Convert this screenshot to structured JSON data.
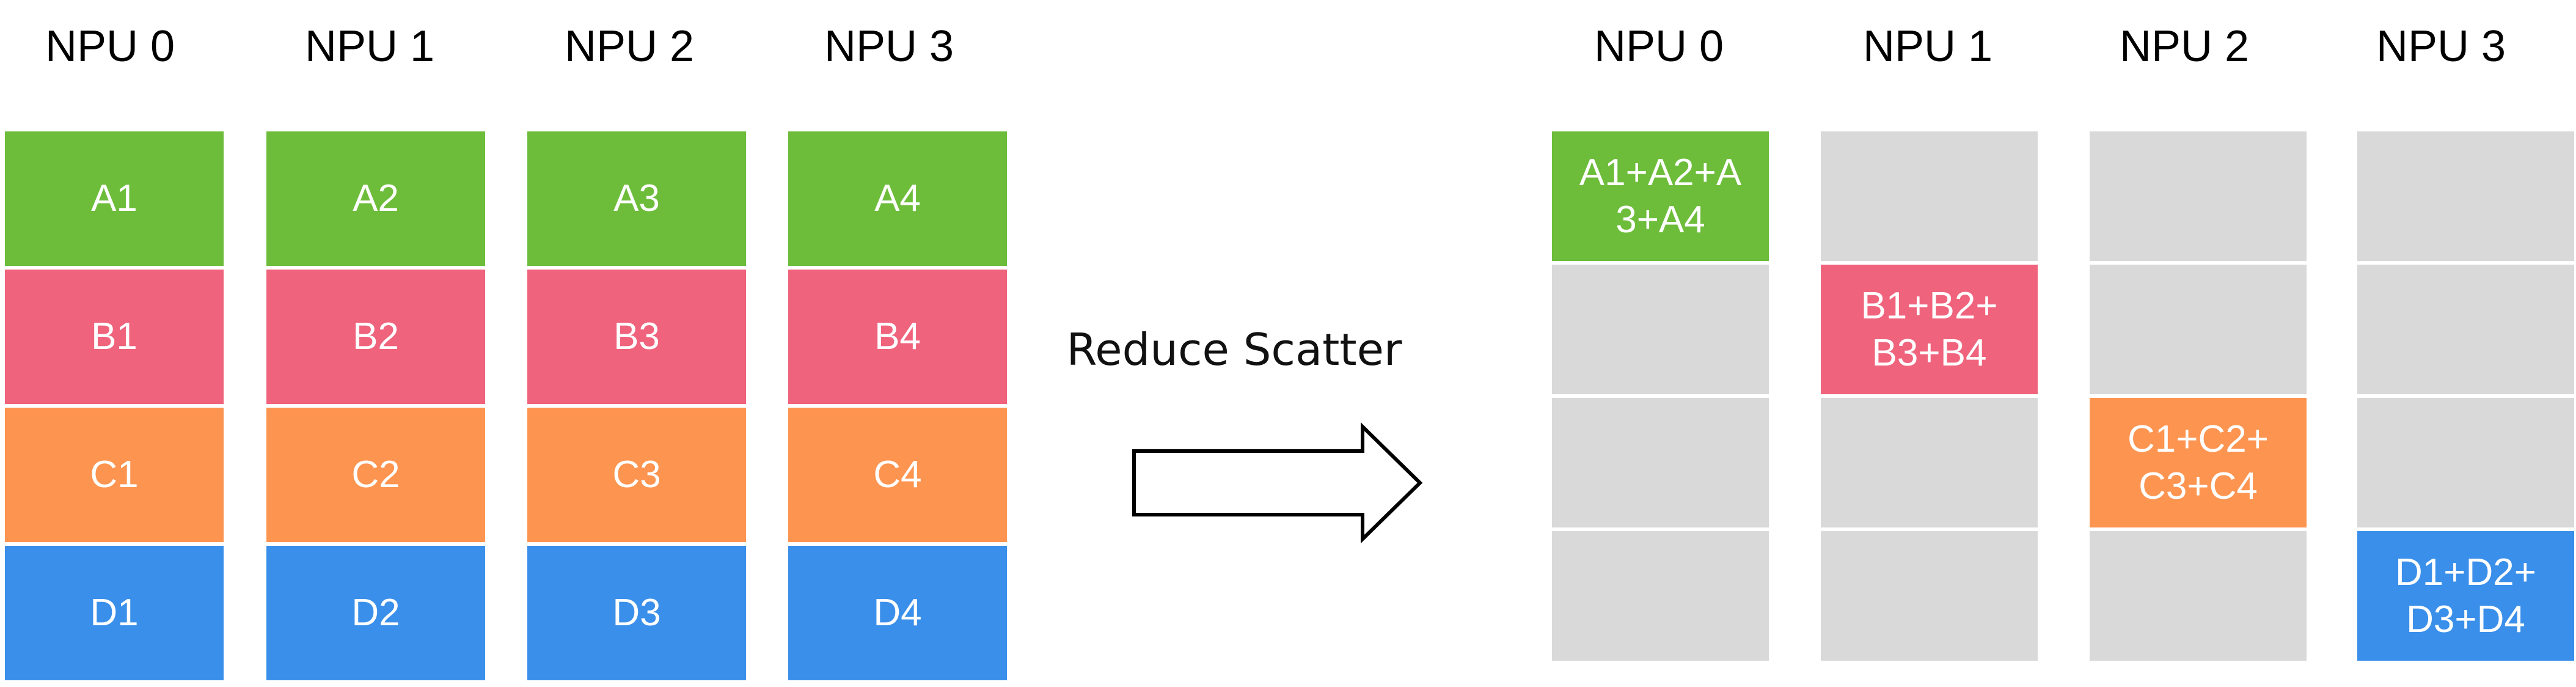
{
  "left_group": {
    "columns": [
      {
        "header": "NPU 0",
        "cells": [
          "A1",
          "B1",
          "C1",
          "D1"
        ]
      },
      {
        "header": "NPU 1",
        "cells": [
          "A2",
          "B2",
          "C2",
          "D2"
        ]
      },
      {
        "header": "NPU 2",
        "cells": [
          "A3",
          "B3",
          "C3",
          "D3"
        ]
      },
      {
        "header": "NPU 3",
        "cells": [
          "A4",
          "B4",
          "C4",
          "D4"
        ]
      }
    ]
  },
  "operation": {
    "label": "Reduce Scatter"
  },
  "right_group": {
    "columns": [
      {
        "header": "NPU 0",
        "cells": [
          "A1+A2+A\n3+A4",
          "",
          "",
          ""
        ]
      },
      {
        "header": "NPU 1",
        "cells": [
          "",
          "B1+B2+\nB3+B4",
          "",
          ""
        ]
      },
      {
        "header": "NPU 2",
        "cells": [
          "",
          "",
          "C1+C2+\nC3+C4",
          ""
        ]
      },
      {
        "header": "NPU 3",
        "cells": [
          "",
          "",
          "",
          "D1+D2+\nD3+D4"
        ]
      }
    ]
  },
  "colors": {
    "A": "#6dbd3b",
    "B": "#f0637c",
    "C": "#fd9450",
    "D": "#3a8fea",
    "empty": "#d9d9d9"
  }
}
